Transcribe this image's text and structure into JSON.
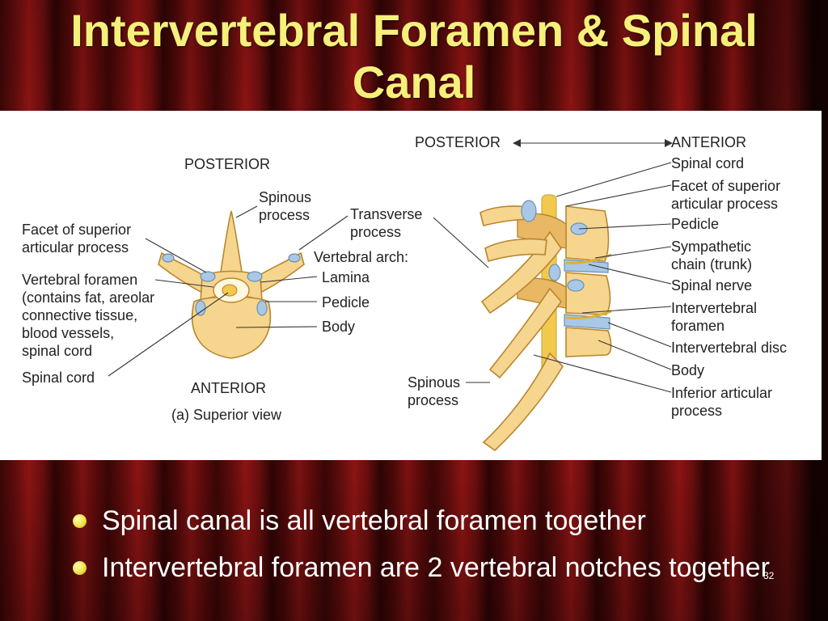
{
  "slide": {
    "title": "Intervertebral Foramen & Spinal Canal",
    "number": "32"
  },
  "figure": {
    "superior_view": {
      "orientation_top": "POSTERIOR",
      "orientation_bottom": "ANTERIOR",
      "caption": "(a) Superior view",
      "labels": {
        "spinous_process_1": "Spinous",
        "spinous_process_2": "process",
        "transverse_process_1": "Transverse",
        "transverse_process_2": "process",
        "facet_1": "Facet of superior",
        "facet_2": "articular process",
        "vertebral_arch": "Vertebral arch:",
        "lamina": "Lamina",
        "pedicle": "Pedicle",
        "body": "Body",
        "foramen_1": "Vertebral foramen",
        "foramen_2": "(contains fat, areolar",
        "foramen_3": "connective tissue,",
        "foramen_4": "blood vessels,",
        "foramen_5": "spinal cord",
        "spinal_cord": "Spinal cord"
      }
    },
    "lateral_view": {
      "axis_left": "POSTERIOR",
      "axis_right": "ANTERIOR",
      "labels": {
        "spinal_cord": "Spinal cord",
        "facet_1": "Facet of superior",
        "facet_2": "articular process",
        "pedicle": "Pedicle",
        "sympathetic_1": "Sympathetic",
        "sympathetic_2": "chain (trunk)",
        "spinal_nerve": "Spinal nerve",
        "iv_foramen_1": "Intervertebral",
        "iv_foramen_2": "foramen",
        "iv_disc": "Intervertebral disc",
        "body": "Body",
        "inferior_1": "Inferior articular",
        "inferior_2": "process",
        "spinous_1": "Spinous",
        "spinous_2": "process"
      }
    }
  },
  "bullets": [
    "Spinal canal is all vertebral foramen together",
    "Intervertebral foramen are 2 vertebral notches together"
  ],
  "colors": {
    "title": "#f5f07a",
    "bullet_dot": "#f0e44a",
    "bullet_text": "#ffffff",
    "bone": "#f6d58e",
    "facet": "#a8c8e6"
  }
}
